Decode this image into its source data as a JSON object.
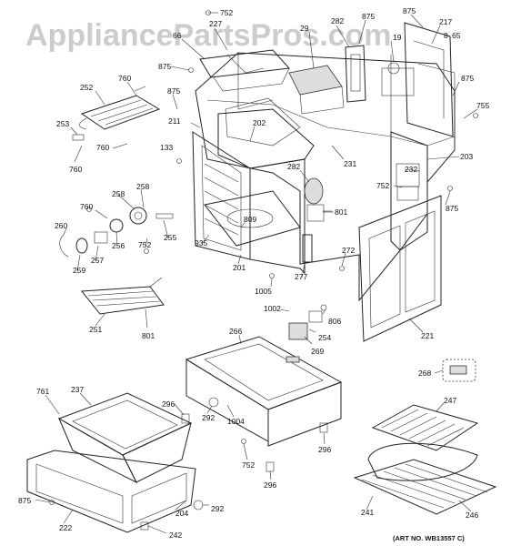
{
  "watermark": "AppliancePartsPros.com",
  "art_number": "(ART NO. WB13557 C)",
  "part_labels": {
    "p752a": "752",
    "p227": "227",
    "p66": "66",
    "p875a": "875",
    "p29": "29",
    "p282a": "282",
    "p875b": "875",
    "p875c": "875",
    "p19": "19",
    "p217": "217",
    "p8": "8",
    "p65": "65",
    "p760a": "760",
    "p252": "252",
    "p875d": "875",
    "p875e": "875",
    "p755": "755",
    "p253": "253",
    "p760b": "760",
    "p211": "211",
    "p202": "202",
    "p760c": "760",
    "p133": "133",
    "p231": "231",
    "p203": "203",
    "p282b": "282",
    "p232": "232",
    "p752b": "752",
    "p875f": "875",
    "p760d": "760",
    "p258a": "258",
    "p258b": "258",
    "p801a": "801",
    "p260": "260",
    "p809": "809",
    "p256": "256",
    "p752c": "752",
    "p255": "255",
    "p935": "935",
    "p272": "272",
    "p259": "259",
    "p257": "257",
    "p201": "201",
    "p277": "277",
    "p1005": "1005",
    "p251": "251",
    "p801b": "801",
    "p1002": "1002",
    "p806": "806",
    "p254": "254",
    "p221": "221",
    "p266": "266",
    "p269": "269",
    "p268": "268",
    "p761": "761",
    "p237": "237",
    "p296a": "296",
    "p292a": "292",
    "p1004": "1004",
    "p296b": "296",
    "p247": "247",
    "p752d": "752",
    "p296c": "296",
    "p204": "204",
    "p292b": "292",
    "p875g": "875",
    "p222": "222",
    "p242": "242",
    "p241": "241",
    "p246": "246"
  }
}
